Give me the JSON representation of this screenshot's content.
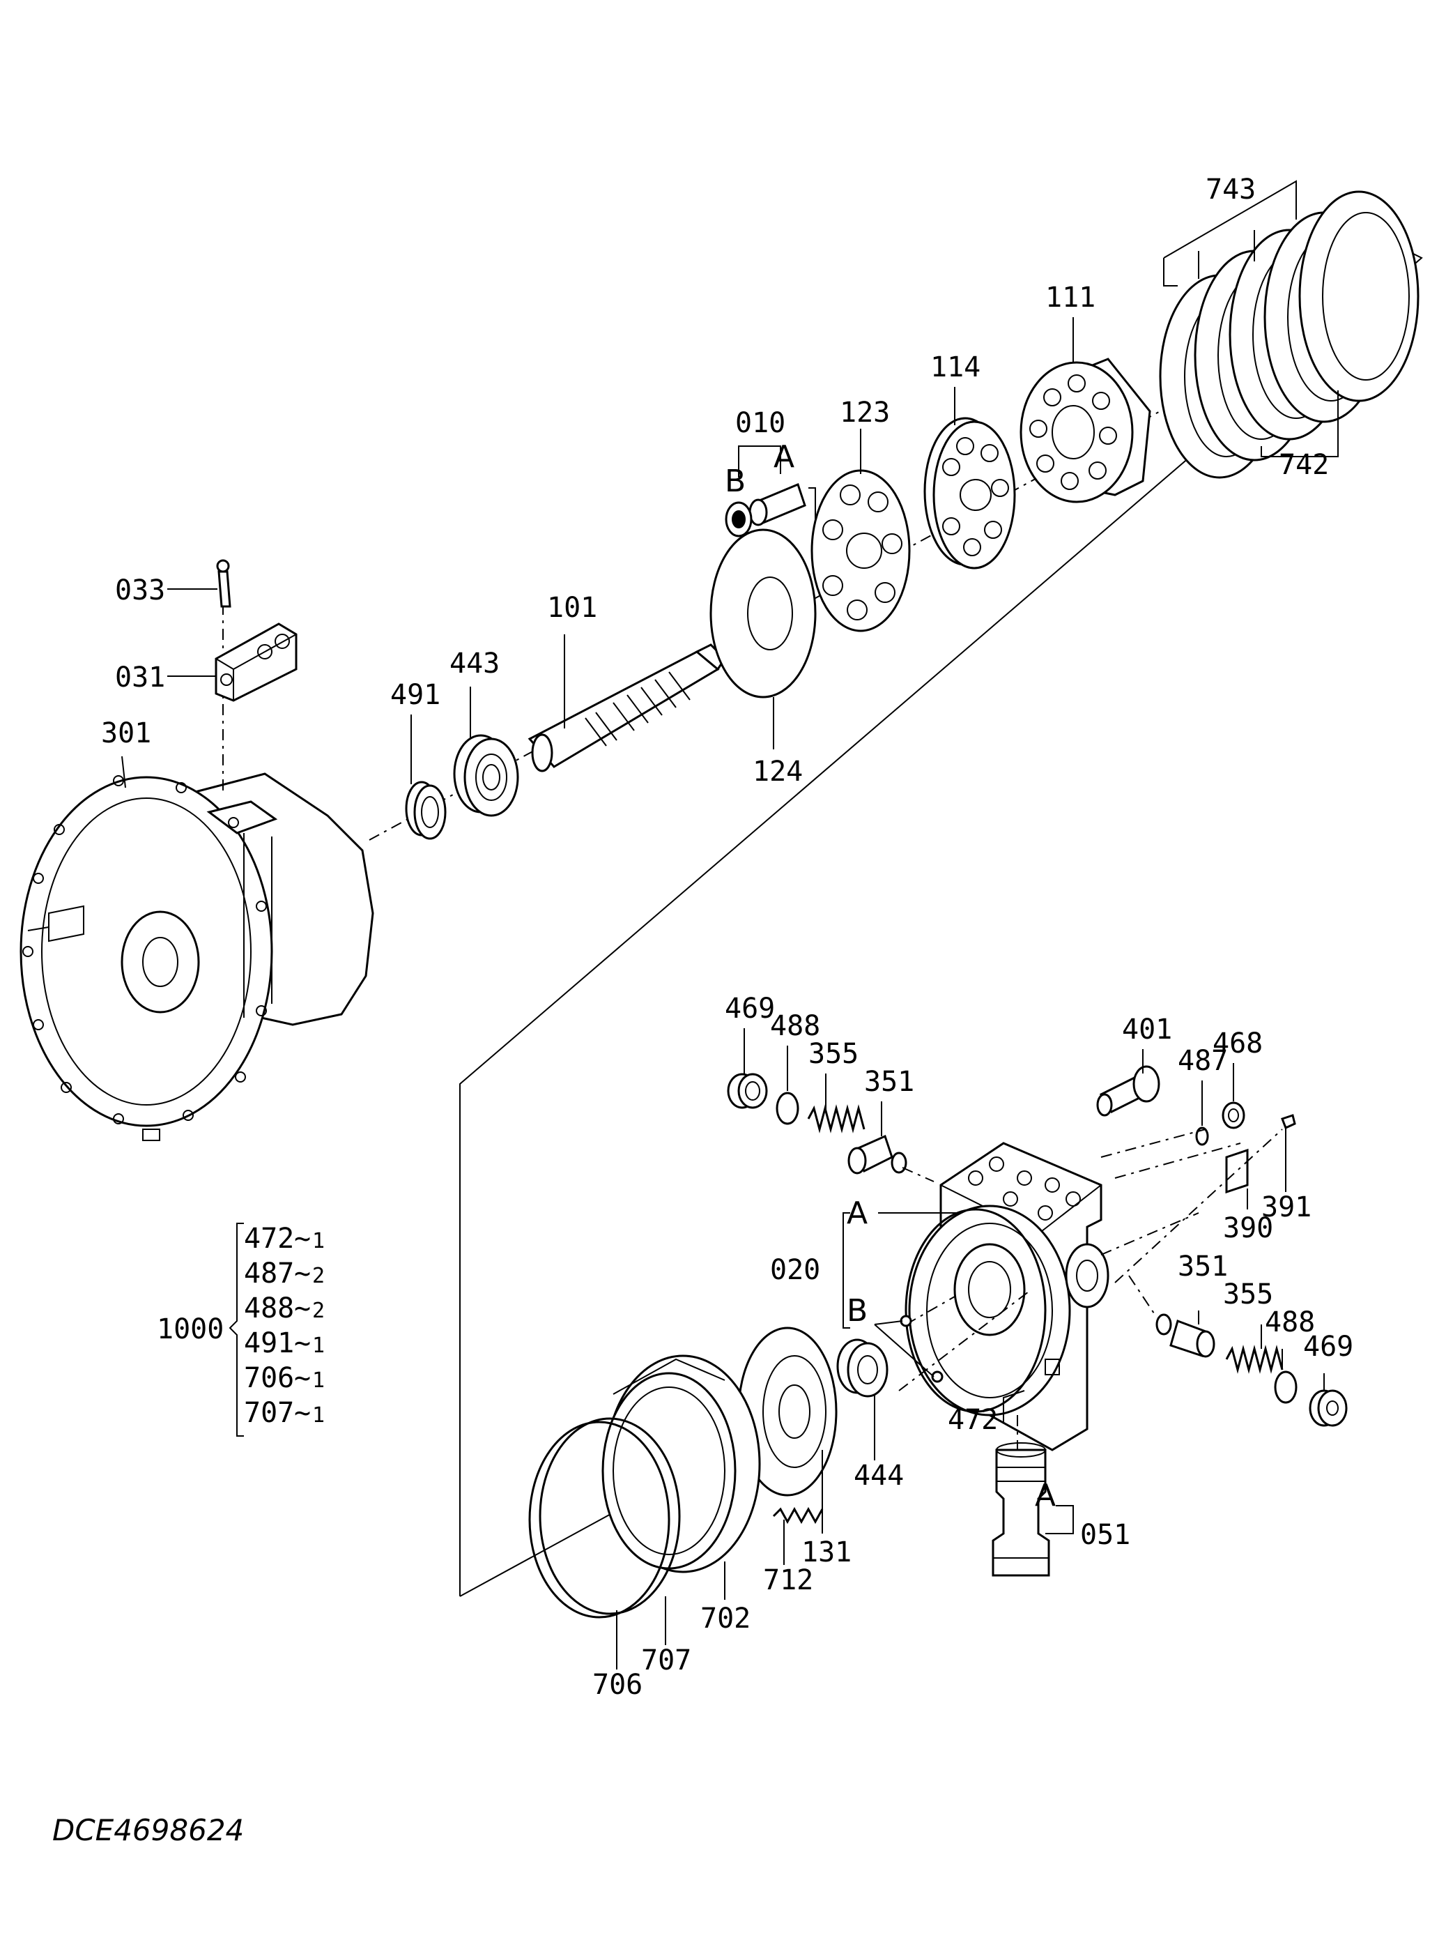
{
  "diagram": {
    "document_code": "DCE4698624",
    "upper_labels": {
      "p743": "743",
      "p111": "111",
      "p114": "114",
      "p123": "123",
      "p010": "010",
      "p010_B": "B",
      "p010_A": "A",
      "p742": "742",
      "p033": "033",
      "p031": "031",
      "p101": "101",
      "p443": "443",
      "p491": "491",
      "p301": "301",
      "p124": "124"
    },
    "lower_labels": {
      "p469a": "469",
      "p488a": "488",
      "p355a": "355",
      "p351a": "351",
      "p401": "401",
      "p487": "487",
      "p468": "468",
      "p020_A": "A",
      "p020": "020",
      "p020_B": "B",
      "p390": "390",
      "p391": "391",
      "p351b": "351",
      "p355b": "355",
      "p488b": "488",
      "p469b": "469",
      "p472": "472",
      "p444": "444",
      "p051_A": "A",
      "p051": "051",
      "p131": "131",
      "p712": "712",
      "p702": "702",
      "p707": "707",
      "p706": "706"
    },
    "kit": {
      "number": "1000",
      "items": [
        {
          "part": "472",
          "qty": "1"
        },
        {
          "part": "487",
          "qty": "2"
        },
        {
          "part": "488",
          "qty": "2"
        },
        {
          "part": "491",
          "qty": "1"
        },
        {
          "part": "706",
          "qty": "1"
        },
        {
          "part": "707",
          "qty": "1"
        }
      ]
    }
  }
}
